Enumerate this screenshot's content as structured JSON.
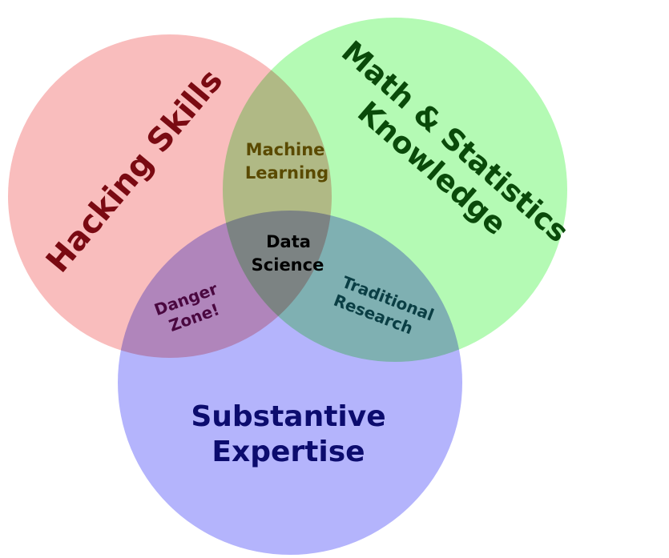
{
  "diagram": {
    "circles": [
      {
        "label": "Hacking Skills",
        "color": "#f9bdbd",
        "text_color": "#7a0a12"
      },
      {
        "label_lines": [
          "Math & Statistics",
          "Knowledge"
        ],
        "color": "#b4fab4",
        "text_color": "#0a4a0a"
      },
      {
        "label_lines": [
          "Substantive",
          "Expertise"
        ],
        "color": "#b4b4fc",
        "text_color": "#0c0c6e"
      }
    ],
    "intersections": {
      "machine_learning": {
        "lines": [
          "Machine",
          "Learning"
        ],
        "color": "#5a4a00"
      },
      "danger_zone": {
        "lines": [
          "Danger",
          "Zone!"
        ],
        "color": "#4a0840"
      },
      "traditional_research": {
        "lines": [
          "Traditional",
          "Research"
        ],
        "color": "#0a3e44"
      },
      "data_science": {
        "lines": [
          "Data",
          "Science"
        ],
        "color": "#000000"
      }
    }
  }
}
